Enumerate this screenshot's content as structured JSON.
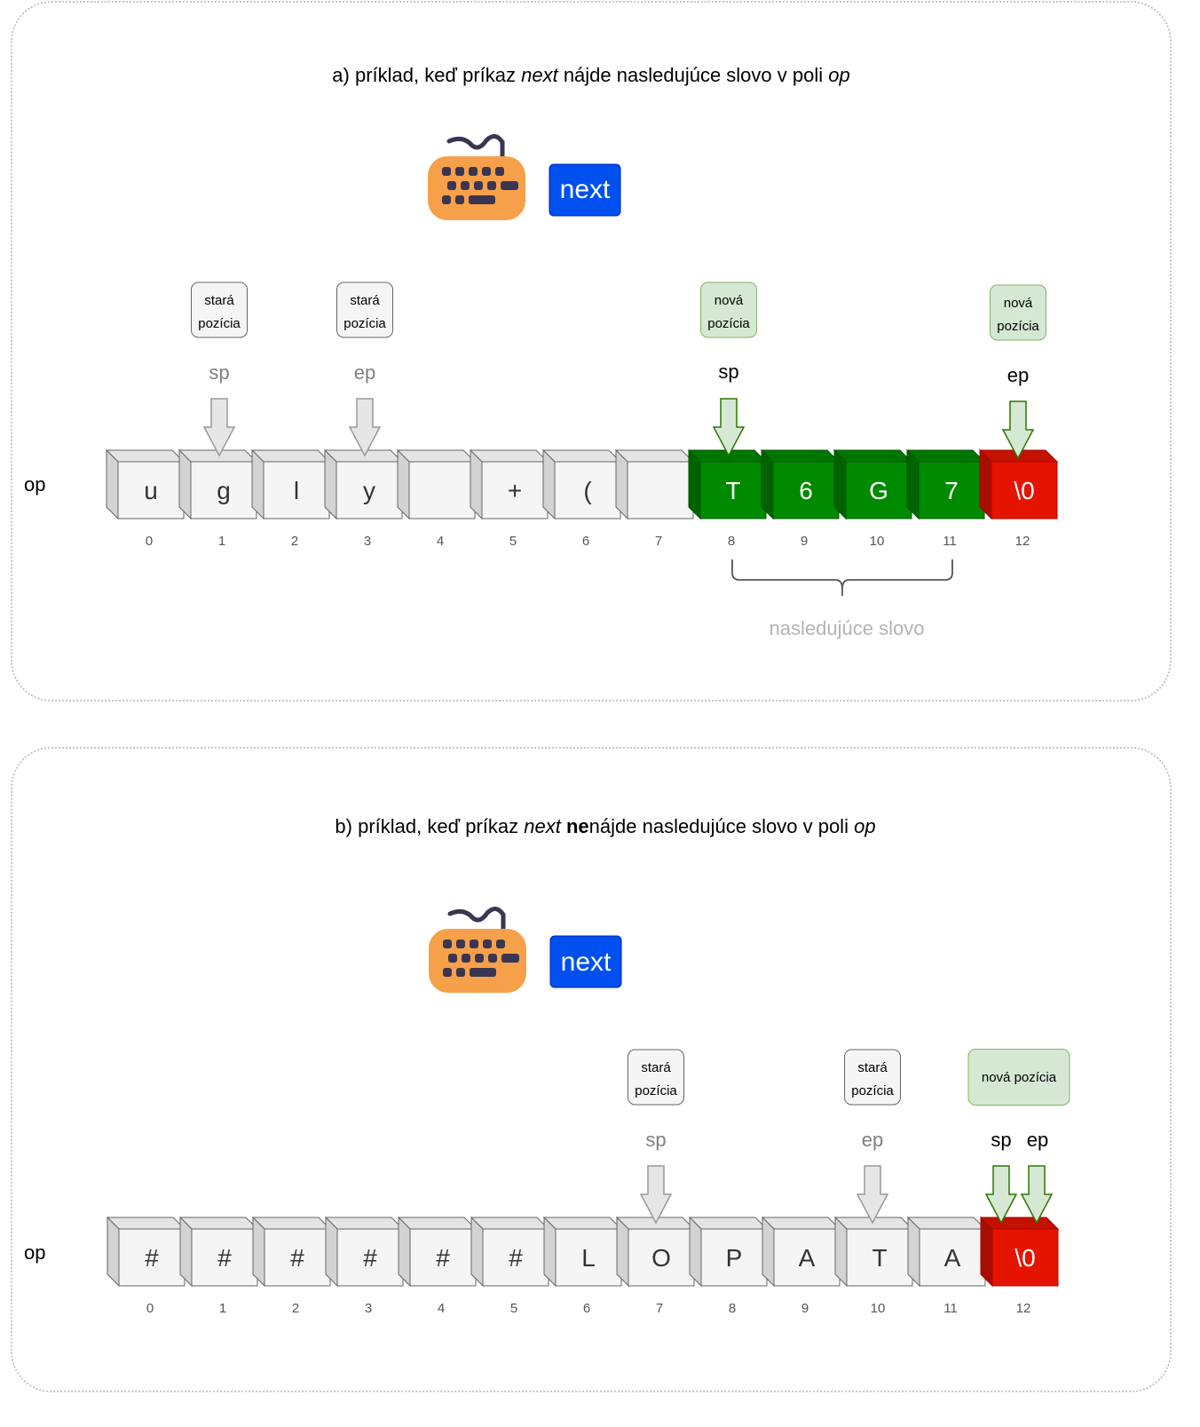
{
  "panel_a": {
    "title": {
      "prefix": "a) príklad, keď príkaz ",
      "cmd": "next",
      "suffix": " nájde nasledujúce slovo v poli ",
      "arr": "op"
    },
    "button_label": "next",
    "array_label": "op",
    "cells": [
      "u",
      "g",
      "l",
      "y",
      "",
      "+",
      "(",
      "",
      "T",
      "6",
      "G",
      "7",
      "\\0"
    ],
    "cell_styles": [
      "plain",
      "plain",
      "plain",
      "plain",
      "plain",
      "plain",
      "plain",
      "plain",
      "word",
      "word",
      "word",
      "word",
      "end"
    ],
    "indices": [
      "0",
      "1",
      "2",
      "3",
      "4",
      "5",
      "6",
      "7",
      "8",
      "9",
      "10",
      "11",
      "12"
    ],
    "old_positions": [
      {
        "cell": 1,
        "label": "sp",
        "box_line1": "stará",
        "box_line2": "pozícia"
      },
      {
        "cell": 3,
        "label": "ep",
        "box_line1": "stará",
        "box_line2": "pozícia"
      }
    ],
    "new_positions": [
      {
        "cell": 8,
        "label": "sp",
        "box_line1": "nová",
        "box_line2": "pozícia"
      },
      {
        "cell": 12,
        "label": "ep",
        "box_line1": "nová",
        "box_line2": "pozícia"
      }
    ],
    "brace_label": "nasledujúce slovo"
  },
  "panel_b": {
    "title": {
      "prefix": "b) príklad, keď príkaz ",
      "cmd": "next",
      "bold": "ne",
      "suffix": "nájde nasledujúce slovo v poli ",
      "arr": "op"
    },
    "button_label": "next",
    "array_label": "op",
    "cells": [
      "#",
      "#",
      "#",
      "#",
      "#",
      "#",
      "L",
      "O",
      "P",
      "A",
      "T",
      "A",
      "\\0"
    ],
    "cell_styles": [
      "plain",
      "plain",
      "plain",
      "plain",
      "plain",
      "plain",
      "plain",
      "plain",
      "plain",
      "plain",
      "plain",
      "plain",
      "end"
    ],
    "indices": [
      "0",
      "1",
      "2",
      "3",
      "4",
      "5",
      "6",
      "7",
      "8",
      "9",
      "10",
      "11",
      "12"
    ],
    "old_positions": [
      {
        "cell": 7,
        "label": "sp",
        "box_line1": "stará",
        "box_line2": "pozícia"
      },
      {
        "cell": 10,
        "label": "ep",
        "box_line1": "stará",
        "box_line2": "pozícia"
      }
    ],
    "new_position": {
      "cell": 12,
      "box_text": "nová pozícia",
      "label_sp": "sp",
      "label_ep": "ep"
    }
  },
  "colors": {
    "cell_plain": "#f5f5f5",
    "cell_word": "#008a00",
    "cell_end": "#e51400",
    "button": "#0050ef",
    "old_box": "#f5f5f5",
    "new_box": "#d5e8d4",
    "old_arrow": "#e6e6e6",
    "new_arrow": "#d5e8d4",
    "keyboard_body": "#f7a04a",
    "keyboard_keys": "#3a3550"
  }
}
